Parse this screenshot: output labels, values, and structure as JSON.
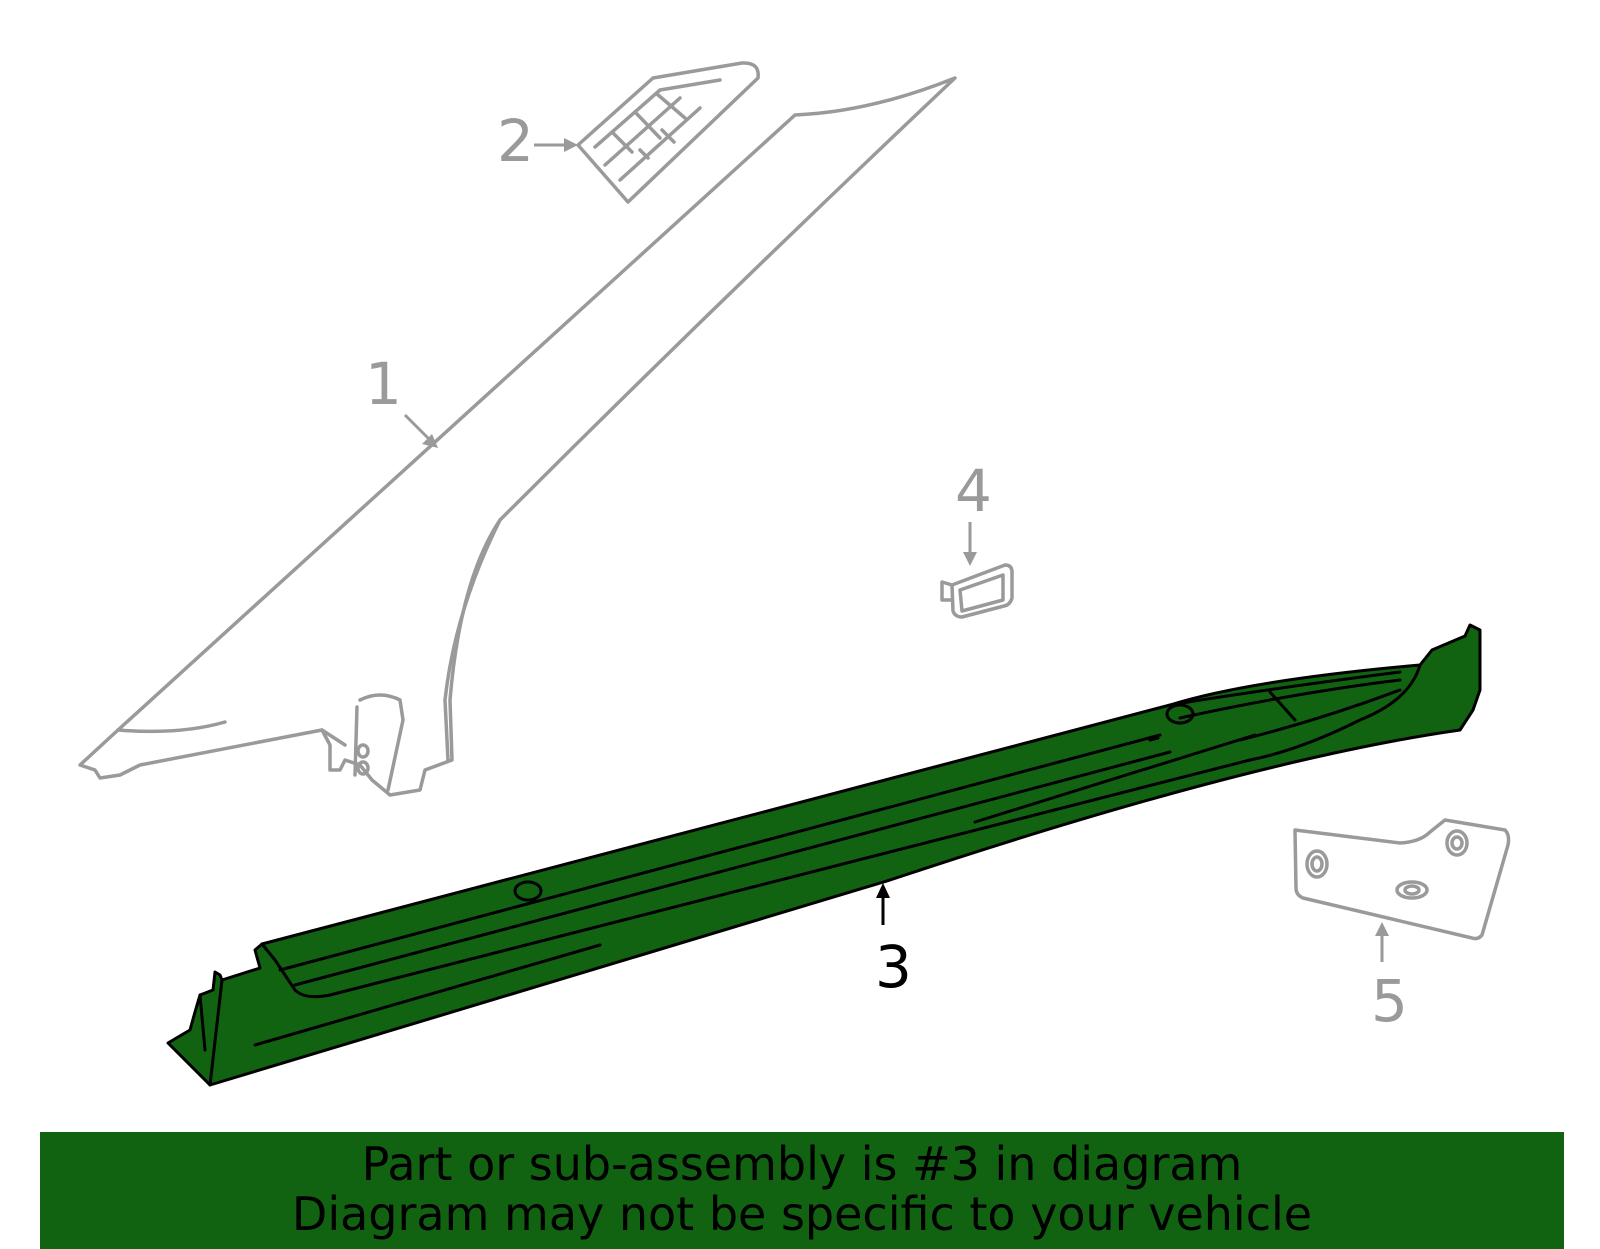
{
  "callouts": {
    "c1": "1",
    "c2": "2",
    "c3": "3",
    "c4": "4",
    "c5": "5"
  },
  "highlighted_part": "3",
  "banner": {
    "line1": "Part or sub-assembly is #3 in diagram",
    "line2": "Diagram may not be specific to your vehicle"
  },
  "colors": {
    "highlight": "#116211",
    "outline_inactive": "#9a9a9a",
    "outline_active": "#000000",
    "background": "#ffffff"
  }
}
